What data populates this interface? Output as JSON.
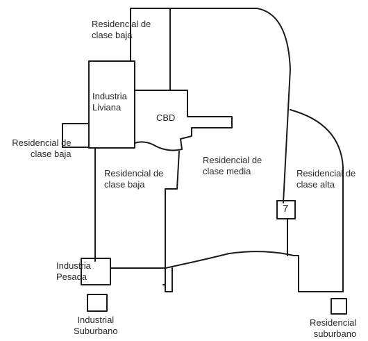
{
  "zones": {
    "residencial_baja_top": [
      "Residencial de",
      "clase baja"
    ],
    "industria_liviana": [
      "Industria",
      "Liviana"
    ],
    "cbd": "CBD",
    "residencial_baja_left": [
      "Residencial de",
      "clase baja"
    ],
    "residencial_baja_center": [
      "Residencial de",
      "clase baja"
    ],
    "residencial_media": [
      "Residencial de",
      "clase media"
    ],
    "residencial_alta": [
      "Residencial de",
      "clase alta"
    ],
    "marker_number": "7",
    "industria_pesada": [
      "Industria",
      "Pesada"
    ],
    "industrial_suburbano": [
      "Industrial",
      "Suburbano"
    ],
    "residencial_suburbano": [
      "Residencial",
      "suburbano"
    ]
  }
}
